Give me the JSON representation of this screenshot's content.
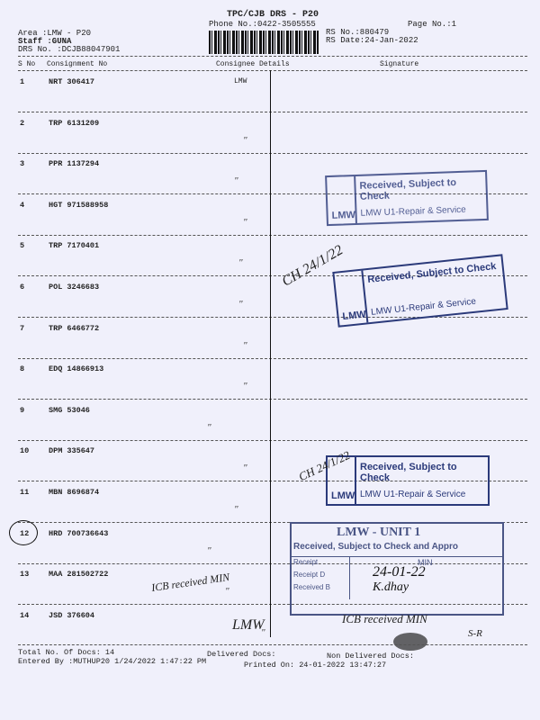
{
  "header": {
    "title": "TPC/CJB  DRS - P20",
    "phone": "Phone No.:0422-3505555",
    "page_no": "Page No.:1",
    "area": "Area :LMW - P20",
    "staff": "Staff :GUNA",
    "drs_no": "DRS No. :DCJB88047901",
    "rs_no": "RS No.:880479",
    "rs_date": "RS Date:24-Jan-2022"
  },
  "columns": [
    "S No",
    "Consignment No",
    "Consignee Details",
    "Signature"
  ],
  "rows": [
    {
      "sno": "1",
      "consignment": "NRT 306417",
      "consignee": "LMW"
    },
    {
      "sno": "2",
      "consignment": "TRP 6131209",
      "consignee": "\""
    },
    {
      "sno": "3",
      "consignment": "PPR 1137294",
      "consignee": "\""
    },
    {
      "sno": "4",
      "consignment": "HGT 971588958",
      "consignee": "\""
    },
    {
      "sno": "5",
      "consignment": "TRP 7170401",
      "consignee": "\""
    },
    {
      "sno": "6",
      "consignment": "POL 3246683",
      "consignee": "\""
    },
    {
      "sno": "7",
      "consignment": "TRP 6466772",
      "consignee": "\""
    },
    {
      "sno": "8",
      "consignment": "EDQ 14866913",
      "consignee": "\""
    },
    {
      "sno": "9",
      "consignment": "SMG 53046",
      "consignee": "\""
    },
    {
      "sno": "10",
      "consignment": "DPM 335647",
      "consignee": "\""
    },
    {
      "sno": "11",
      "consignment": "MBN 8696874",
      "consignee": "\""
    },
    {
      "sno": "12",
      "consignment": "HRD 700736643",
      "consignee": "\""
    },
    {
      "sno": "13",
      "consignment": "MAA 281502722",
      "consignee": "\""
    },
    {
      "sno": "14",
      "consignment": "JSD 376604",
      "consignee": "\""
    }
  ],
  "stamps": {
    "s1": {
      "logo": "LMW",
      "line1": "Received, Subject to Check",
      "line2": "LMW U1-Repair & Service"
    },
    "s2": {
      "logo": "LMW",
      "line1": "Received, Subject to Check",
      "line2": "LMW U1-Repair & Service"
    },
    "s3": {
      "logo": "LMW",
      "line1": "Received, Subject to Check",
      "line2": "LMW U1-Repair & Service"
    },
    "unit": {
      "title": "LMW - UNIT 1",
      "line1": "Received, Subject to Check and Appro",
      "receipt": "Receipt",
      "receipt_d": "Receipt D",
      "received_by": "Received B",
      "min": "MIN",
      "date": "24-01-22",
      "sign": "K.dhay"
    }
  },
  "handwriting": {
    "ch1": "CH 24/1/22",
    "ch2": "CH 24/1/22",
    "icb1": "ICB received MIN",
    "icb2": "ICB received MIN",
    "lmw": "LMW",
    "sr": "S-R"
  },
  "footer": {
    "total": "Total No. Of Docs:  14",
    "delivered": "Delivered Docs:",
    "non_delivered": "Non Delivered Docs:",
    "entered_by": "Entered By :MUTHUP20 1/24/2022 1:47:22 PM",
    "printed_on": "Printed On: 24-01-2022 13:47:27"
  }
}
